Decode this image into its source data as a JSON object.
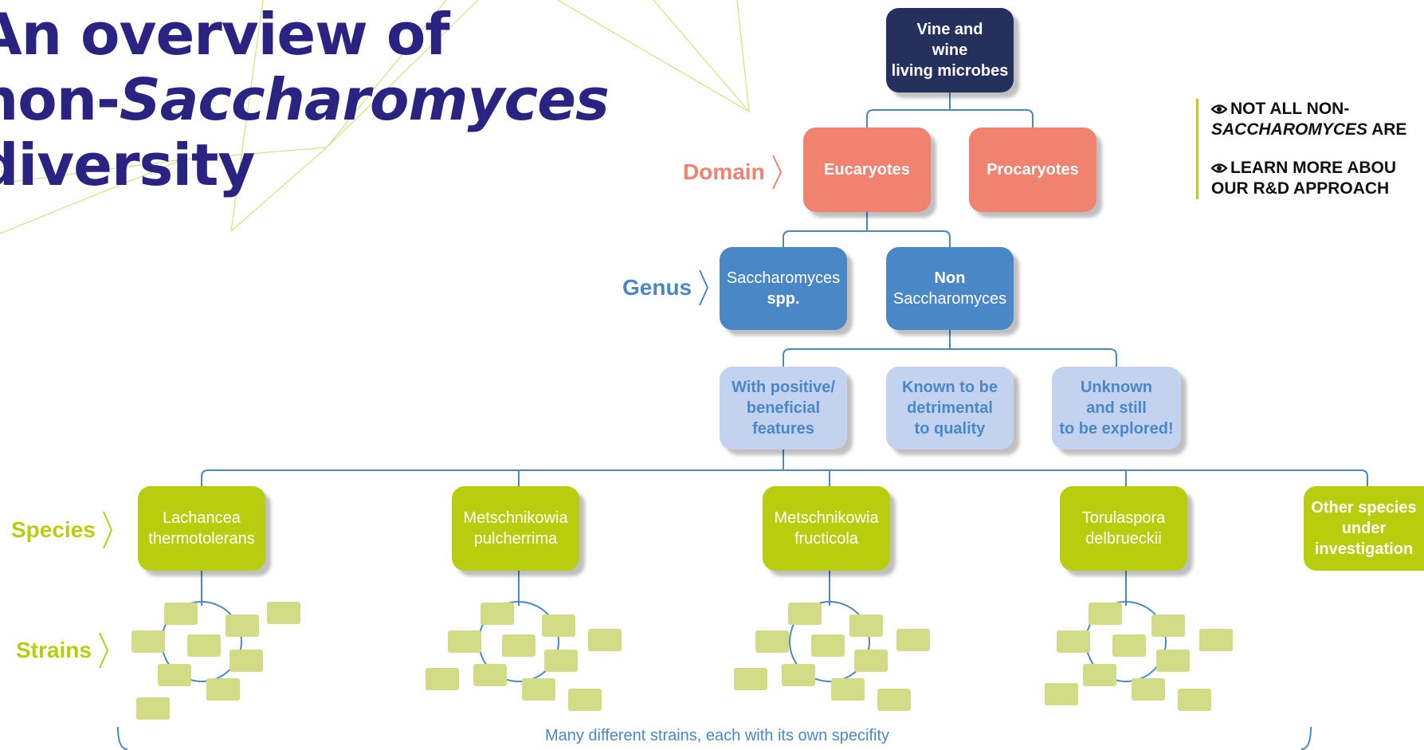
{
  "title": {
    "line1": "An overview of",
    "line2_prefix": "non-",
    "line2_italic": "Saccharomyces",
    "line3": "diversity"
  },
  "side_links": [
    {
      "icon": "eye-icon",
      "text": "NOT ALL NON-",
      "text_italic": "SACCHAROMYCES",
      "text_after": " ARE"
    },
    {
      "icon": "eye-icon",
      "line1": "LEARN MORE ABOU",
      "line2": "OUR R&D APPROACH"
    }
  ],
  "row_labels": {
    "domain": "Domain",
    "genus": "Genus",
    "species": "Species",
    "strains": "Strains"
  },
  "nodes": {
    "root": [
      "Vine and",
      "wine",
      "living microbes"
    ],
    "eucaryotes": "Eucaryotes",
    "procaryotes": "Procaryotes",
    "saccharomyces": {
      "line1": "Saccharomyces",
      "line2": "spp."
    },
    "non_saccharomyces": {
      "line1": "Non",
      "line2": "Saccharomyces"
    },
    "positive": [
      "With positive/",
      "beneficial",
      "features"
    ],
    "detrimental": [
      "Known to be",
      "detrimental",
      "to quality"
    ],
    "unknown": [
      "Unknown",
      "and still",
      "to be explored!"
    ],
    "species": [
      [
        "Lachancea",
        "thermotolerans"
      ],
      [
        "Metschnikowia",
        "pulcherrima"
      ],
      [
        "Metschnikowia",
        "fructicola"
      ],
      [
        "Torulaspora",
        "delbrueckii"
      ],
      [
        "Other species",
        "under",
        "investigation"
      ]
    ]
  },
  "footnote": "Many different strains, each with its own specifity",
  "colors": {
    "title": "#2b2381",
    "root": "#26305c",
    "domain": "#f28270",
    "genus": "#4a87c7",
    "category": "#c3d2ee",
    "species": "#b8cd0e",
    "strain": "#d2dc87",
    "connector": "#4a87c7"
  }
}
